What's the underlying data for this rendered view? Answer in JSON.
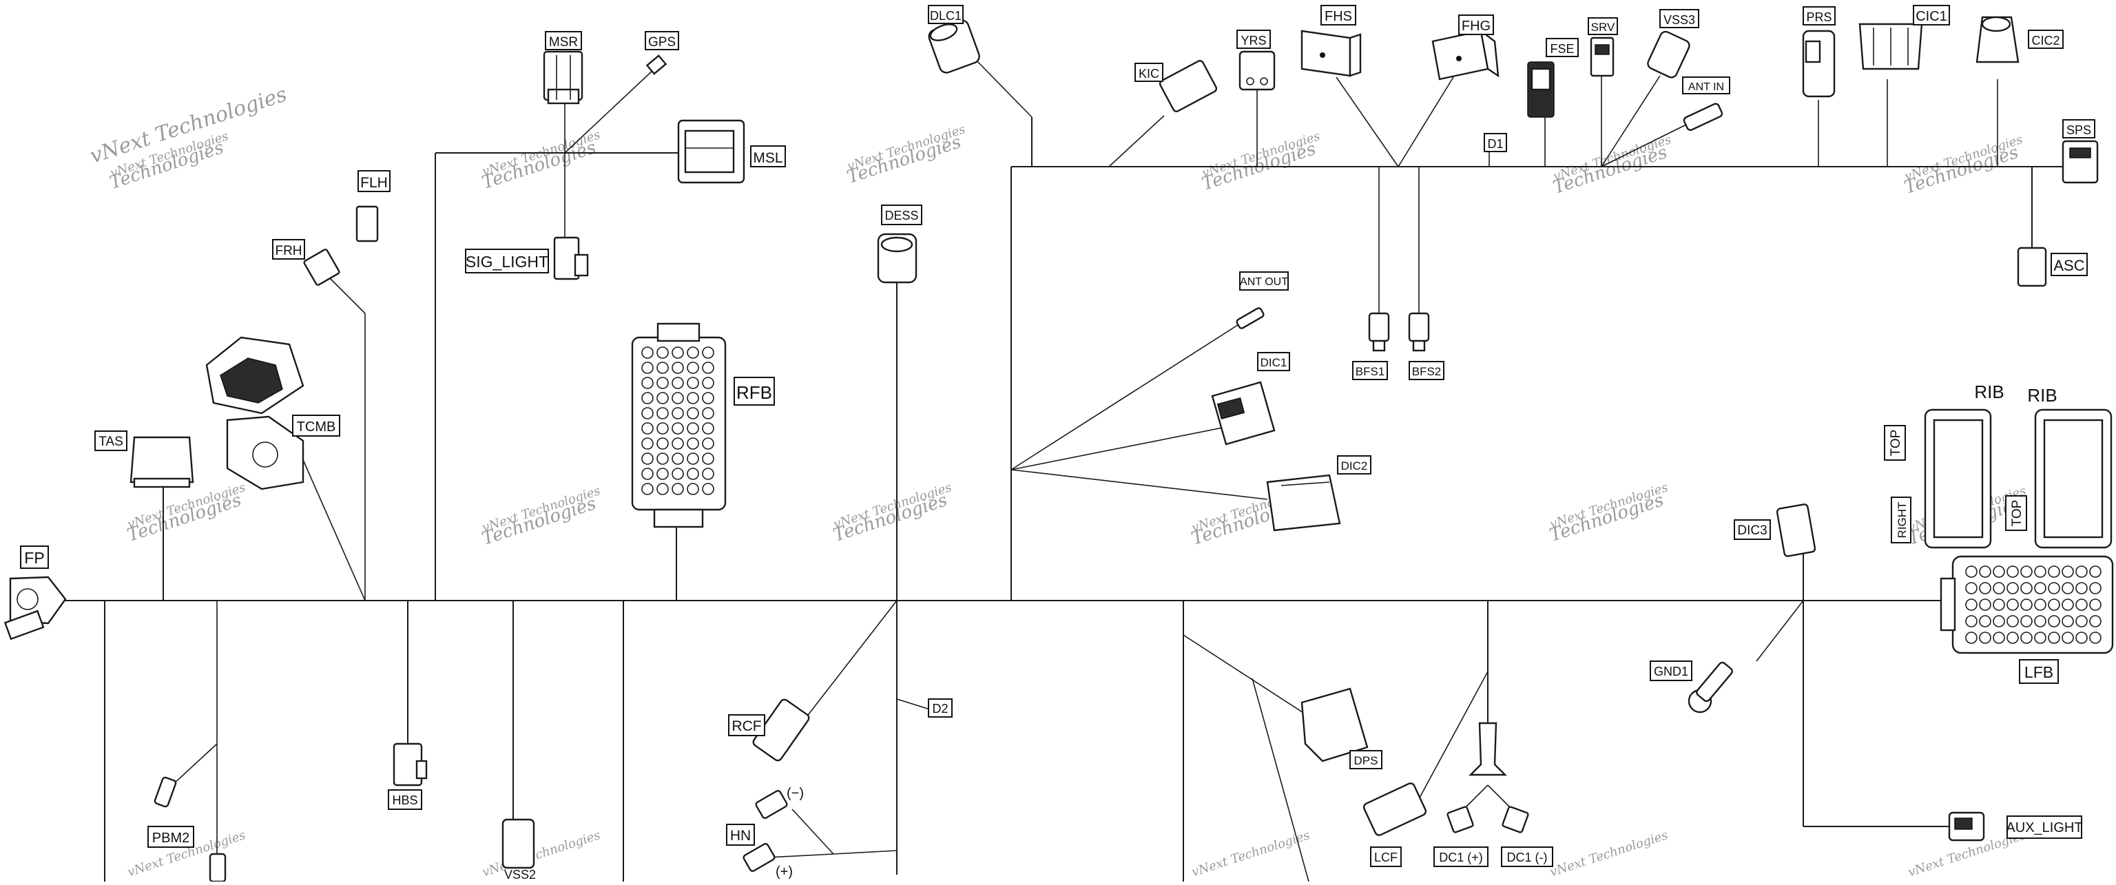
{
  "watermark": {
    "text_small": "vNext Technologies",
    "text_large": "Technologies"
  },
  "labels": {
    "MSR": "MSR",
    "GPS": "GPS",
    "DLC1": "DLC1",
    "YRS": "YRS",
    "FHS": "FHS",
    "FHG": "FHG",
    "KIC": "KIC",
    "FSE": "FSE",
    "SRV": "SRV",
    "VSS3": "VSS3",
    "ANT_IN": "ANT IN",
    "PRS": "PRS",
    "CIC1": "CIC1",
    "CIC2": "CIC2",
    "SPS": "SPS",
    "D1": "D1",
    "MSL": "MSL",
    "FLH": "FLH",
    "FRH": "FRH",
    "SIG_LIGHT": "SIG_LIGHT",
    "DESS": "DESS",
    "ASC": "ASC",
    "ANT_OUT": "ANT OUT",
    "BFS1": "BFS1",
    "BFS2": "BFS2",
    "DIC1": "DIC1",
    "RFB": "RFB",
    "TCMB": "TCMB",
    "TAS": "TAS",
    "DIC2": "DIC2",
    "RIB_1": "RIB",
    "RIB_2": "RIB",
    "TOP_1": "TOP",
    "TOP_2": "TOP",
    "RIGHT": "RIGHT",
    "DIC3": "DIC3",
    "FP": "FP",
    "GND1": "GND1",
    "LFB": "LFB",
    "D2": "D2",
    "RCF": "RCF",
    "DPS": "DPS",
    "HBS": "HBS",
    "PBM2": "PBM2",
    "HN": "HN",
    "HN_MINUS": "(−)",
    "HN_PLUS": "(+)",
    "LCF": "LCF",
    "DC1_PLUS": "DC1 (+)",
    "DC1_MINUS": "DC1 (-)",
    "AUX_LIGHT": "AUX_LIGHT",
    "VSS2": "VSS2"
  }
}
